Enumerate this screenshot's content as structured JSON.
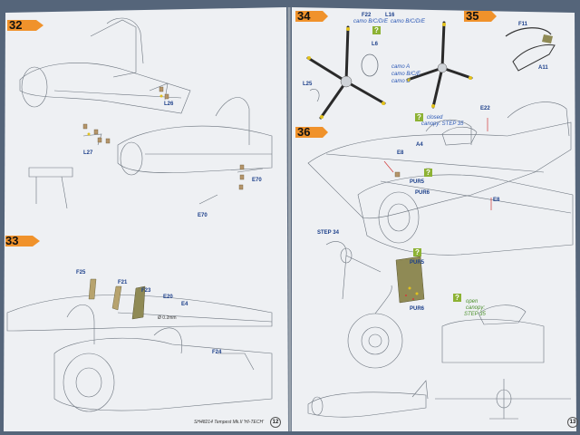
{
  "steps": {
    "s32": "32",
    "s33": "33",
    "s34": "34",
    "s35": "35",
    "s36": "36"
  },
  "labels": {
    "L26": "L26",
    "L27": "L27",
    "E70a": "E70",
    "E70b": "E70",
    "F25": "F25",
    "F21": "F21",
    "F23": "F23",
    "E20": "E20",
    "E4": "E4",
    "F24": "F24",
    "F22": "F22",
    "L16": "L16",
    "L6": "L6",
    "L25": "L25",
    "F11": "F11",
    "A11": "A11",
    "E22": "E22",
    "E8a": "E8",
    "E8b": "E8",
    "A4": "A4",
    "PUR5a": "PUR5",
    "PUR6a": "PUR6",
    "PUR5b": "PUR5",
    "PUR6b": "PUR6",
    "STEP34": "STEP 34",
    "dim": "Ø 0.2mm"
  },
  "notes": {
    "camo_bcde": "camo B/C/D/E",
    "camo_bcde2": "camo B/C/D/E",
    "camo_a": "camo A",
    "camo_bce": "camo B/C/E",
    "camo_d": "camo D",
    "closed_line1": "closed",
    "closed_line2": "canopy: STEP 35",
    "open_line1": "open",
    "open_line2": "canopy:",
    "open_line3": "STEP 35"
  },
  "qmark": "?",
  "footer": {
    "left": "SH48214  Tempest Mk.II 'HI-TECH'",
    "page_left": "12",
    "page_right": "13"
  },
  "colors": {
    "paper": "#eef0f3",
    "step_tab": "#f0922b",
    "part_label": "#1c3f8a",
    "qbox": "#8db234",
    "prop_tip": "#e3c21c"
  }
}
